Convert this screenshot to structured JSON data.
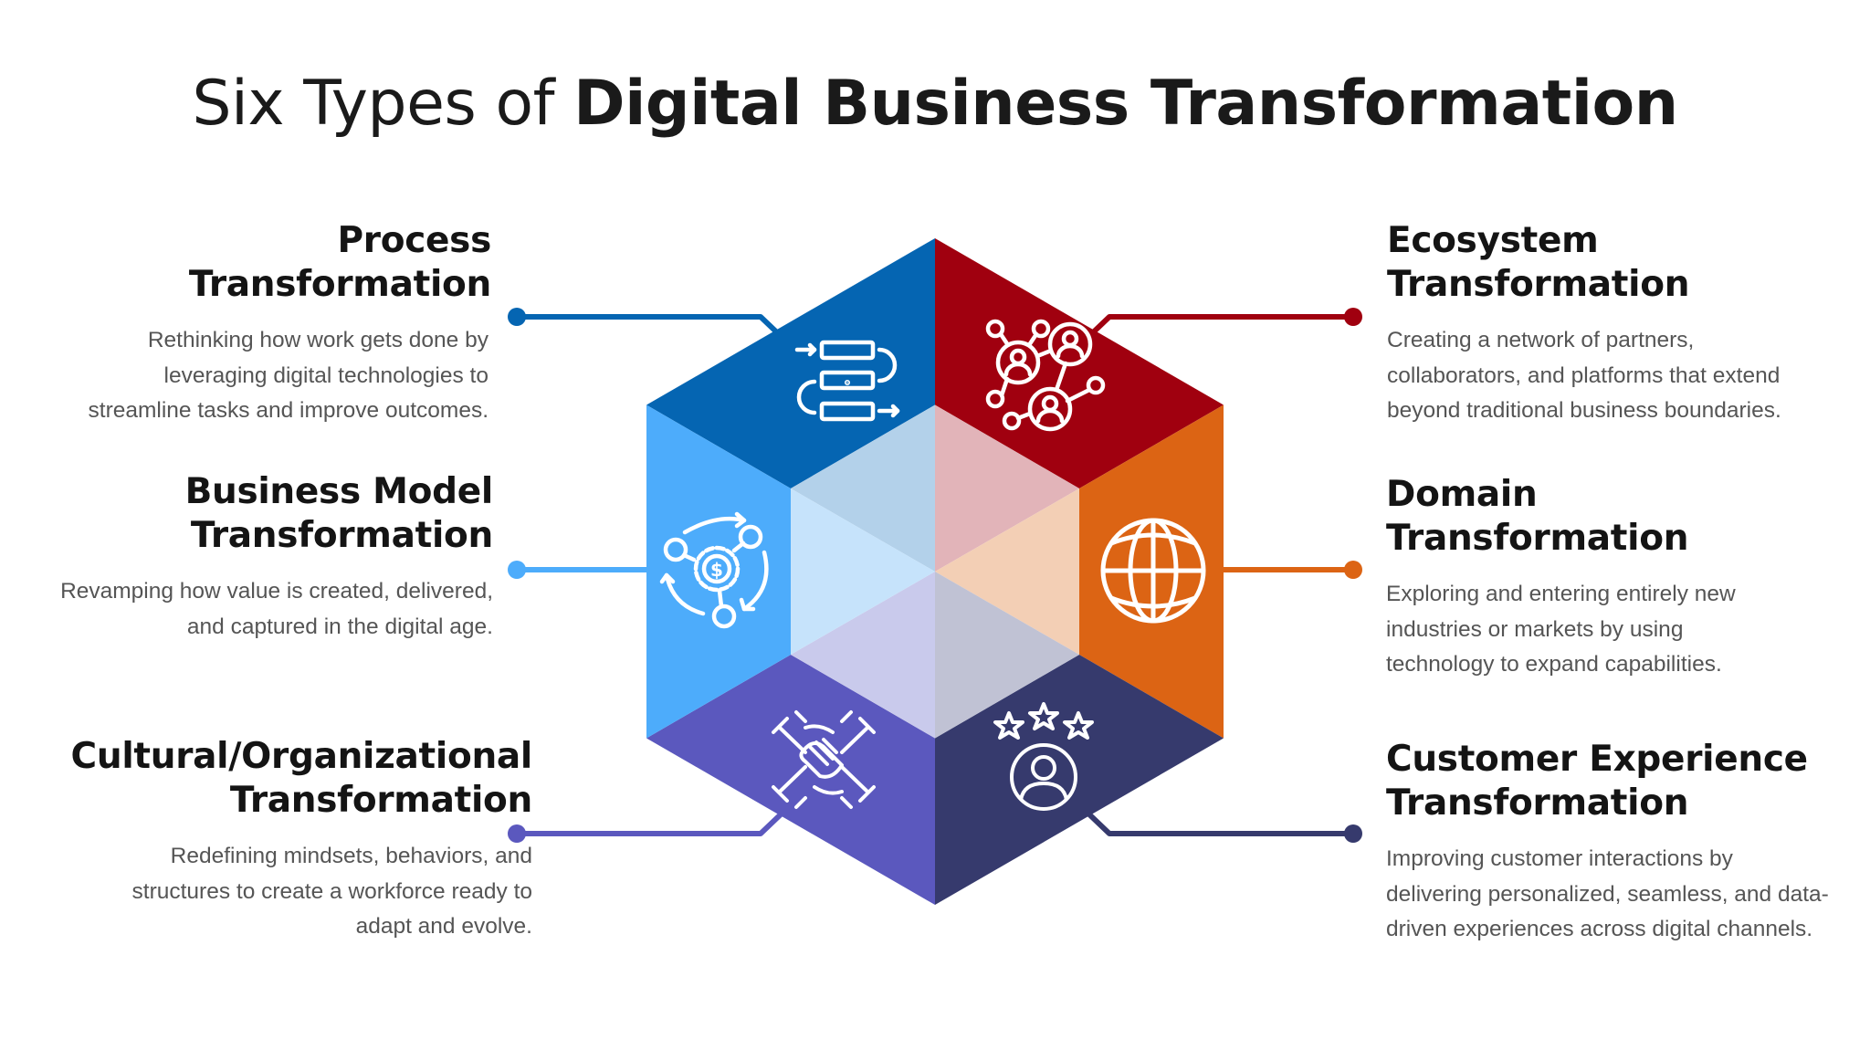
{
  "title": {
    "light": "Six Types of ",
    "bold": "Digital Business Transformation"
  },
  "colors": {
    "process": "#0565B2",
    "ecosystem": "#A0000F",
    "domain": "#DC6414",
    "customer": "#363A6D",
    "cultural": "#5B58BE",
    "business_model": "#4DACFB"
  },
  "items": {
    "process": {
      "title_line1": "Process",
      "title_line2": "Transformation",
      "desc_line1": "Rethinking how work gets done by",
      "desc_line2": "leveraging digital technologies to",
      "desc_line3": "streamline tasks and improve outcomes.",
      "icon": "process-flow-icon"
    },
    "business_model": {
      "title_line1": "Business Model",
      "title_line2": "Transformation",
      "desc_line1": "Revamping how value is created, delivered,",
      "desc_line2": "and captured in the digital age.",
      "icon": "gear-dollar-cycle-icon"
    },
    "cultural": {
      "title_line1": "Cultural/Organizational",
      "title_line2": "Transformation",
      "desc_line1": "Redefining mindsets, behaviors, and",
      "desc_line2": "structures to create a workforce ready to",
      "desc_line3": "adapt and evolve.",
      "icon": "teamwork-hands-icon"
    },
    "ecosystem": {
      "title_line1": "Ecosystem",
      "title_line2": "Transformation",
      "desc_line1": "Creating a network of partners,",
      "desc_line2": "collaborators, and platforms that extend",
      "desc_line3": "beyond traditional business boundaries.",
      "icon": "people-network-icon"
    },
    "domain": {
      "title_line1": "Domain",
      "title_line2": "Transformation",
      "desc_line1": "Exploring and entering entirely new",
      "desc_line2": "industries or markets by using",
      "desc_line3": "technology to expand capabilities.",
      "icon": "globe-icon"
    },
    "customer": {
      "title_line1": "Customer Experience",
      "title_line2": "Transformation",
      "desc_line1": "Improving customer interactions by",
      "desc_line2": "delivering personalized, seamless, and data-",
      "desc_line3": "driven experiences across digital channels.",
      "icon": "customer-rating-icon"
    }
  }
}
